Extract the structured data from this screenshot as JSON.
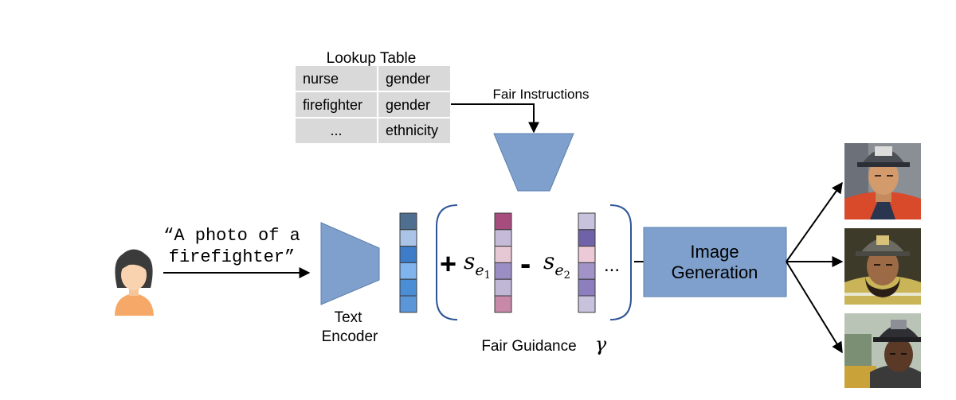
{
  "lookup_table": {
    "title": "Lookup Table",
    "rows": [
      {
        "term": "nurse",
        "attribute": "gender"
      },
      {
        "term": "firefighter",
        "attribute": "gender"
      },
      {
        "term": "...",
        "attribute": "ethnicity"
      }
    ]
  },
  "fair_instructions_label": "Fair Instructions",
  "prompt": {
    "line1": "“A photo of a",
    "line2": "firefighter”"
  },
  "text_encoder": {
    "line1": "Text",
    "line2": "Encoder"
  },
  "guidance": {
    "plus": "+",
    "minus": "-",
    "term1": {
      "base": "s",
      "sub": "e",
      "subsub": "1"
    },
    "term2": {
      "base": "s",
      "sub": "e",
      "subsub": "2"
    },
    "ellipsis": "...",
    "label": "Fair Guidance",
    "symbol": "γ"
  },
  "image_generation": {
    "line1": "Image",
    "line2": "Generation"
  },
  "colors": {
    "block_blue": "#7fa0cc",
    "block_blue_stroke": "#5b7fb0",
    "table_cell": "#d9d9d9",
    "embedding": [
      "#4f6f91",
      "#a9c4e6",
      "#3c7cc9",
      "#7fb4ec",
      "#4a8fd6",
      "#5b97d8"
    ],
    "vector1": [
      "#a64d7d",
      "#c5bbd9",
      "#e6c8d4",
      "#9b8ec4",
      "#c0b6d6",
      "#c889a8"
    ],
    "vector2": [
      "#c9c2dd",
      "#6f62a8",
      "#ebc9d6",
      "#a192c7",
      "#8d7fbd",
      "#c9c2dd"
    ]
  }
}
